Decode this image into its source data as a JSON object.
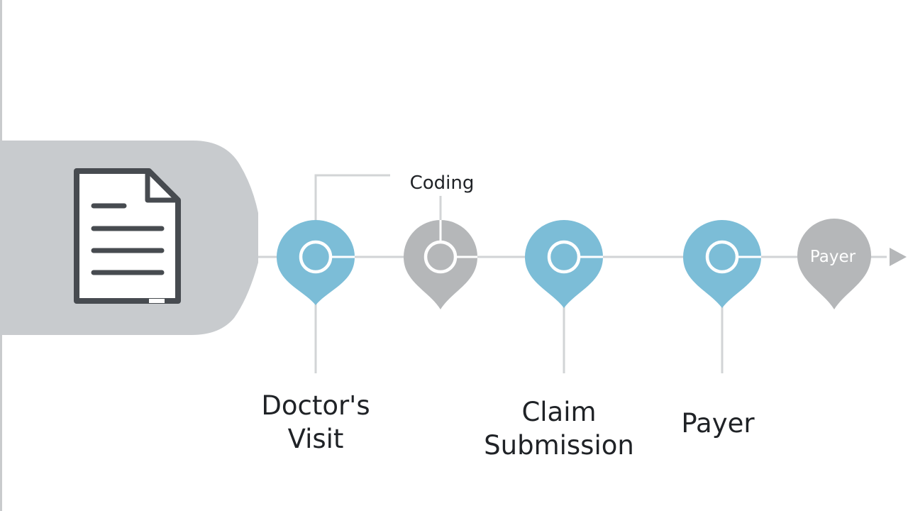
{
  "colors": {
    "active": "#7cbdd7",
    "inactive": "#b5b7b9",
    "connector": "#d2d4d6",
    "panel": "#c8cbce",
    "icon": "#474b50",
    "text": "#1f2226"
  },
  "document_icon": "document-icon",
  "steps": [
    {
      "id": "doctors-visit",
      "state": "active",
      "caption": [
        "Doctor's",
        "Visit"
      ],
      "pin_text": ""
    },
    {
      "id": "coding",
      "state": "inactive",
      "caption": [
        "Coding"
      ],
      "pin_text": ""
    },
    {
      "id": "claim-submission",
      "state": "active",
      "caption": [
        "Claim",
        "Submission"
      ],
      "pin_text": ""
    },
    {
      "id": "payer",
      "state": "active",
      "caption": [
        "Payer"
      ],
      "pin_text": ""
    },
    {
      "id": "payer-end",
      "state": "inactive",
      "caption": [],
      "pin_text": "Payer"
    }
  ]
}
